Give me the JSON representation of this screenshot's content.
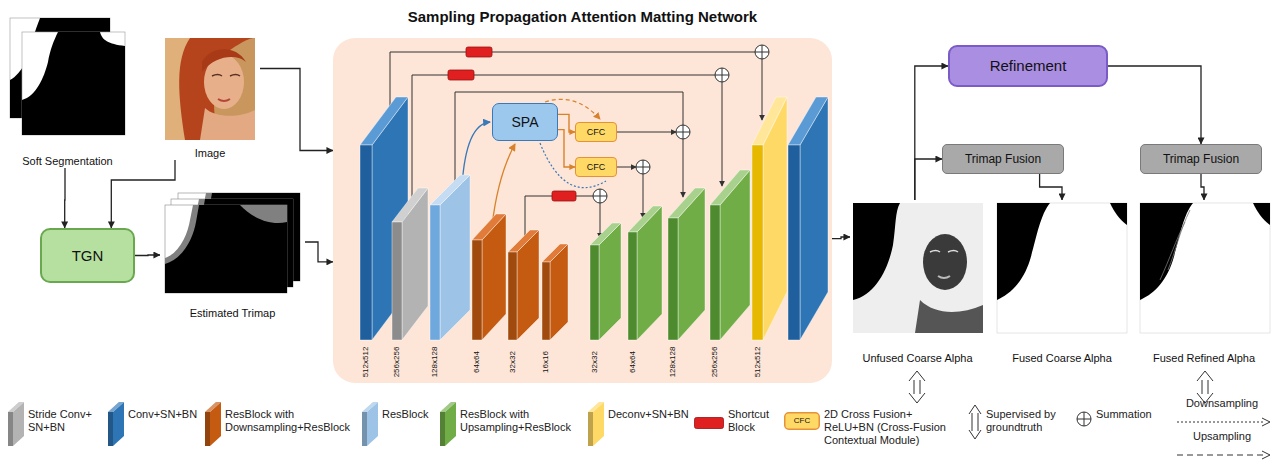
{
  "diagram": {
    "nodes": [
      {
        "text": [
          "Soft Segmentation"
        ]
      },
      {
        "text": [
          "Image"
        ]
      },
      {
        "text": [
          "TGN"
        ]
      },
      {
        "text": [
          "Estimated Trimap"
        ]
      },
      {
        "text": [
          "Sampling Propagation Attention Matting Network"
        ]
      },
      {
        "text": [
          "SPA"
        ],
        "in": 4
      },
      {
        "text": [
          "CFC"
        ],
        "in": 4
      },
      {
        "text": [
          "CFC"
        ],
        "in": 4
      },
      {
        "text": [
          "Refinement"
        ]
      },
      {
        "text": [
          "Trimap Fusion"
        ]
      },
      {
        "text": [
          "Trimap Fusion"
        ]
      },
      {
        "text": [
          "Unfused Coarse Alpha"
        ]
      },
      {
        "text": [
          "Fused Coarse Alpha"
        ]
      },
      {
        "text": [
          "Fused Refined Alpha"
        ]
      }
    ],
    "edges": [
      {
        "from": 0,
        "to": 2,
        "arrow": "to"
      },
      {
        "from": 1,
        "to": 2,
        "arrow": "to"
      },
      {
        "from": 2,
        "to": 3,
        "arrow": "to"
      },
      {
        "from": 1,
        "to": 4,
        "arrow": "to"
      },
      {
        "from": 3,
        "to": 4,
        "arrow": "to"
      },
      {
        "from": 5,
        "to": 6,
        "arrow": "to"
      },
      {
        "from": 5,
        "to": 7,
        "arrow": "to"
      },
      {
        "from": 4,
        "to": 11,
        "arrow": "to"
      },
      {
        "from": 11,
        "to": 9,
        "arrow": "to"
      },
      {
        "from": 11,
        "to": 8,
        "arrow": "to"
      },
      {
        "from": 8,
        "to": 10,
        "arrow": "to"
      },
      {
        "from": 9,
        "to": 12,
        "arrow": "to"
      },
      {
        "from": 10,
        "to": 13,
        "arrow": "to"
      }
    ],
    "labels": [
      "512x512",
      "256x256",
      "128x128",
      "64x64",
      "32x32",
      "16x16",
      "32x32",
      "64x64",
      "128x128",
      "256x256",
      "512x512",
      "CFC"
    ],
    "legend": [
      {
        "text": "Stride Conv+ SN+BN",
        "color": "#b3b3b3"
      },
      {
        "text": "Conv+SN+BN",
        "color": "#2e75b6"
      },
      {
        "text": "ResBlock with Downsampling+ResBlock",
        "color": "#c55a11"
      },
      {
        "text": "ResBlock",
        "color": "#9dc3e6"
      },
      {
        "text": "ResBlock with Upsampling+ResBlock",
        "color": "#70ad47"
      },
      {
        "text": "Deconv+SN+BN",
        "color": "#ffd966"
      },
      {
        "text": "Shortcut Block",
        "color": "#e02020"
      },
      {
        "text": "2D Cross Fusion+ ReLU+BN (Cross-Fusion Contextual Module)",
        "color": "#ffd966"
      },
      {
        "text": "Supervised by groundtruth"
      },
      {
        "text": "Summation"
      },
      {
        "text": "Downsampling"
      },
      {
        "text": "Upsampling"
      }
    ]
  }
}
